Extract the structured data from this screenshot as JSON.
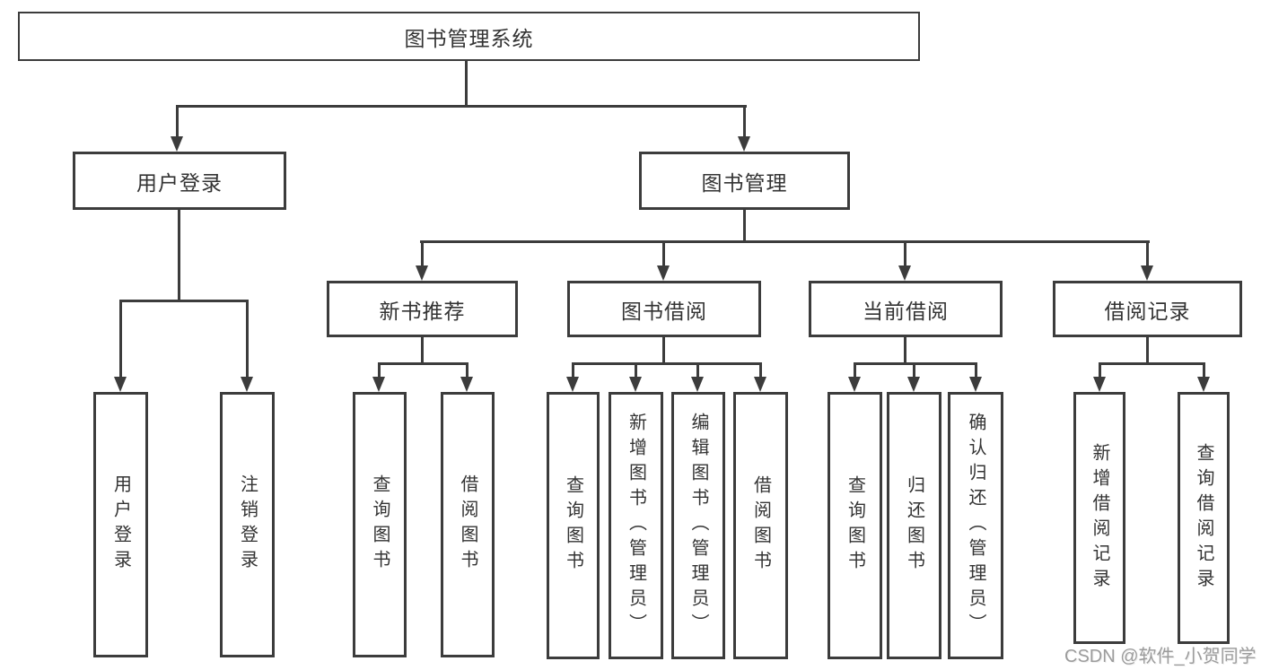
{
  "tree": {
    "label": "图书管理系统",
    "children": [
      {
        "label": "用户登录",
        "children": [
          {
            "label": "用户登录"
          },
          {
            "label": "注销登录"
          }
        ]
      },
      {
        "label": "图书管理",
        "children": [
          {
            "label": "新书推荐",
            "children": [
              {
                "label": "查询图书"
              },
              {
                "label": "借阅图书"
              }
            ]
          },
          {
            "label": "图书借阅",
            "children": [
              {
                "label": "查询图书"
              },
              {
                "label": "新增图书（管理员）"
              },
              {
                "label": "编辑图书（管理员）"
              },
              {
                "label": "借阅图书"
              }
            ]
          },
          {
            "label": "当前借阅",
            "children": [
              {
                "label": "查询图书"
              },
              {
                "label": "归还图书"
              },
              {
                "label": "确认归还（管理员）"
              }
            ]
          },
          {
            "label": "借阅记录",
            "children": [
              {
                "label": "新增借阅记录"
              },
              {
                "label": "查询借阅记录"
              }
            ]
          }
        ]
      }
    ]
  },
  "watermark": "CSDN @软件_小贺同学",
  "colors": {
    "line": "#3c3c3c",
    "text": "#333333",
    "background": "#ffffff",
    "watermark": "#9c9c9c"
  }
}
